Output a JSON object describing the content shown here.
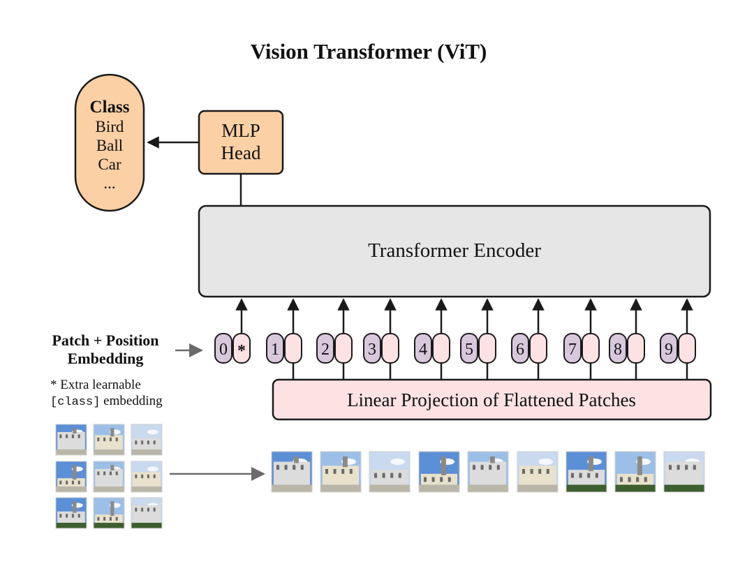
{
  "title": "Vision Transformer (ViT)",
  "class_box": {
    "heading": "Class",
    "items": [
      "Bird",
      "Ball",
      "Car",
      "..."
    ]
  },
  "mlp_head": {
    "line1": "MLP",
    "line2": "Head"
  },
  "encoder": {
    "label": "Transformer Encoder"
  },
  "projection": {
    "label": "Linear Projection of Flattened Patches"
  },
  "embedding": {
    "label_line1": "Patch + Position",
    "label_line2": "Embedding",
    "note_prefix": "* Extra learnable",
    "note_code": "[class]",
    "note_suffix": " embedding"
  },
  "tokens": [
    {
      "position": "0",
      "patch": "*"
    },
    {
      "position": "1",
      "patch": ""
    },
    {
      "position": "2",
      "patch": ""
    },
    {
      "position": "3",
      "patch": ""
    },
    {
      "position": "4",
      "patch": ""
    },
    {
      "position": "5",
      "patch": ""
    },
    {
      "position": "6",
      "patch": ""
    },
    {
      "position": "7",
      "patch": ""
    },
    {
      "position": "8",
      "patch": ""
    },
    {
      "position": "9",
      "patch": ""
    }
  ],
  "colors": {
    "orange": "#fbd0a4",
    "gray": "#e6e6e6",
    "pink": "#fde2e4",
    "purple": "#d8c8dc",
    "stroke": "#1a1a1a",
    "arrow_gray": "#6b6b6b"
  }
}
